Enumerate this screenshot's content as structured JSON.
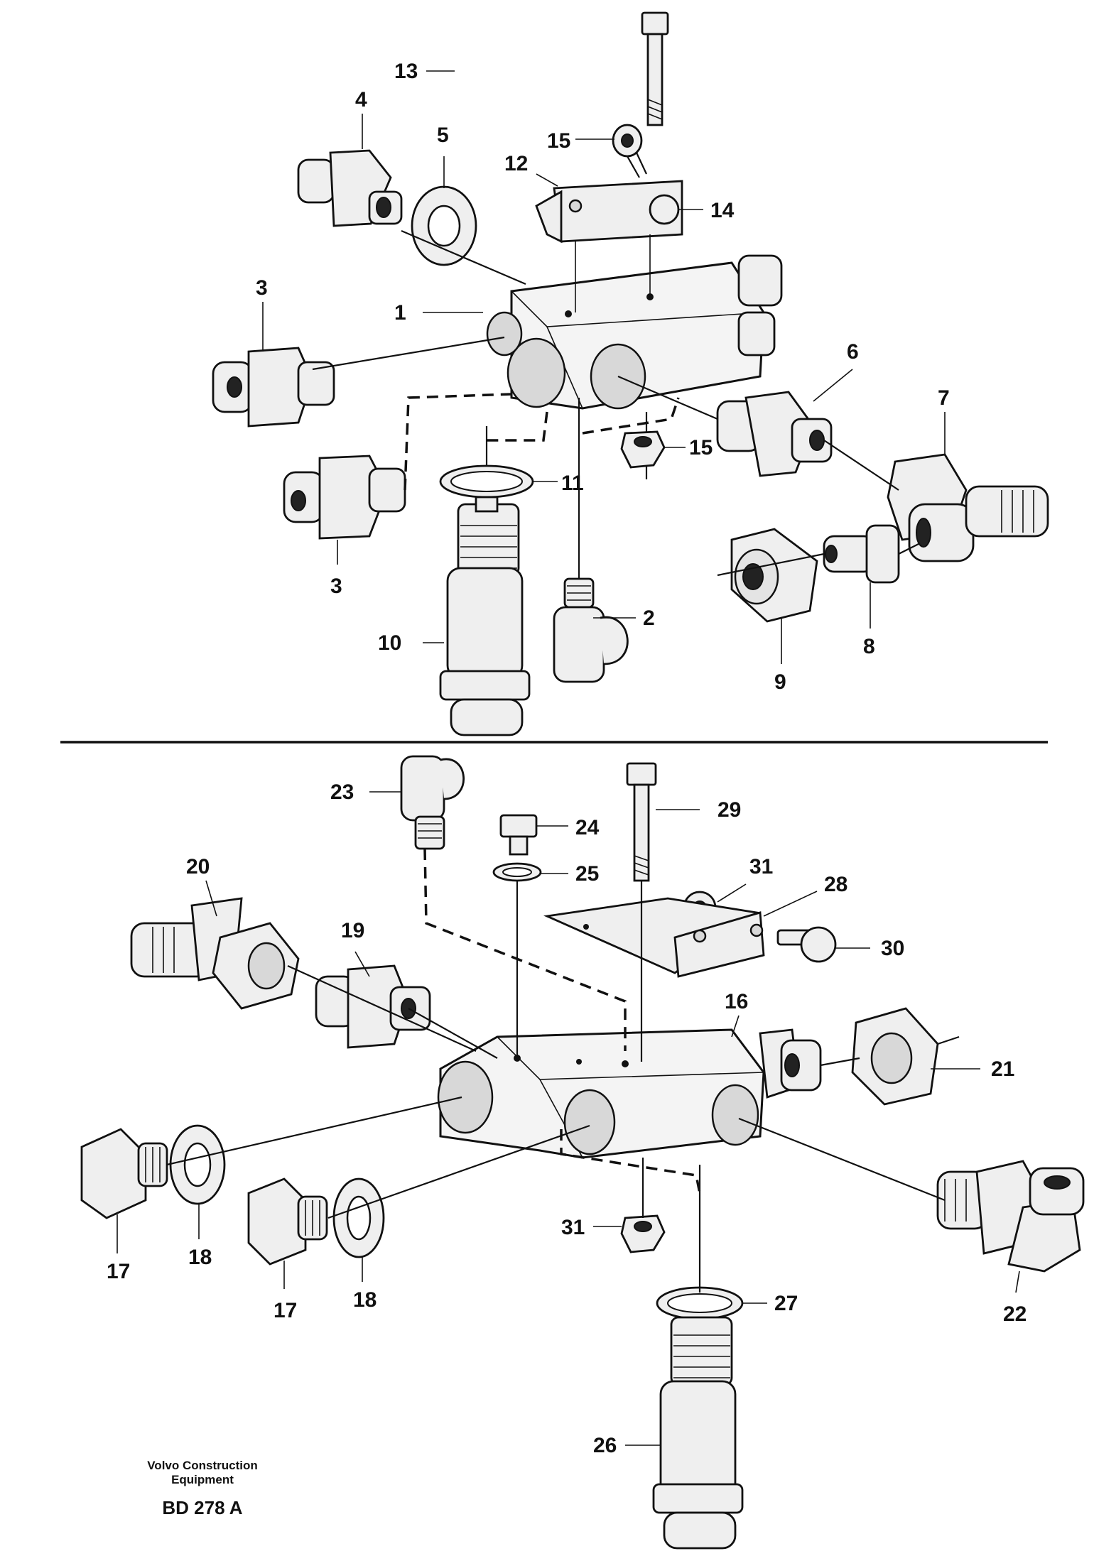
{
  "callouts": {
    "n1": "1",
    "n2": "2",
    "n3a": "3",
    "n3b": "3",
    "n4": "4",
    "n5": "5",
    "n6": "6",
    "n7": "7",
    "n8": "8",
    "n9": "9",
    "n10": "10",
    "n11": "11",
    "n12": "12",
    "n13": "13",
    "n14": "14",
    "n15a": "15",
    "n15b": "15",
    "n16": "16",
    "n17a": "17",
    "n17b": "17",
    "n18a": "18",
    "n18b": "18",
    "n19": "19",
    "n20": "20",
    "n21": "21",
    "n22": "22",
    "n23": "23",
    "n24": "24",
    "n25": "25",
    "n26": "26",
    "n27": "27",
    "n28": "28",
    "n29": "29",
    "n30": "30",
    "n31a": "31",
    "n31b": "31"
  },
  "footer": {
    "company_line1": "Volvo Construction",
    "company_line2": "Equipment",
    "drawing_code": "BD 278 A"
  }
}
